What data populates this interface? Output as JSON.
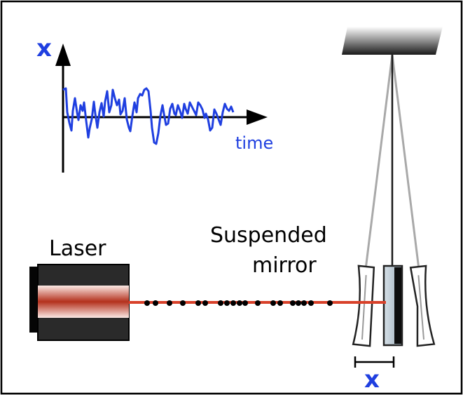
{
  "labels": {
    "graph_y_axis": "x",
    "graph_x_axis": "time",
    "laser": "Laser",
    "mirror_line1": "Suspended",
    "mirror_line2": "mirror",
    "displacement": "x"
  },
  "colors": {
    "accent_blue": "#1f3fe0",
    "beam_red": "#d8412a",
    "laser_body": "#2a2a2a",
    "mirror_fill": "#b9c7d1",
    "frame": "#000000"
  },
  "icons": {
    "laser": "laser-source-icon",
    "mirror": "suspended-mirror-icon",
    "photon": "photon-dot-icon"
  }
}
